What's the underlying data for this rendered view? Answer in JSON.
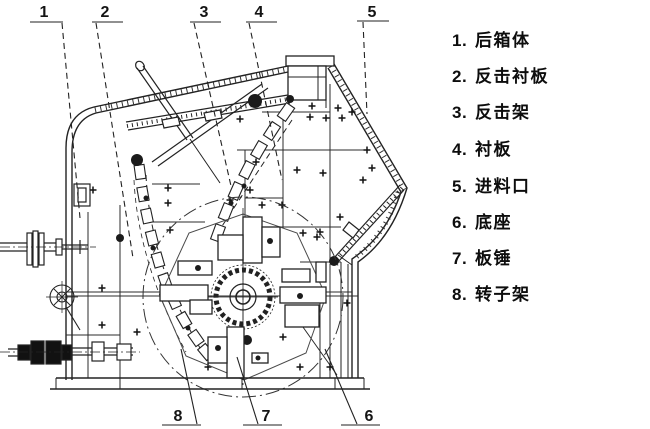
{
  "colors": {
    "background": "#ffffff",
    "ink": "#1c1c1c"
  },
  "diagram": {
    "top_callouts": [
      {
        "text": "1"
      },
      {
        "text": "2"
      },
      {
        "text": "3"
      },
      {
        "text": "4"
      },
      {
        "text": "5"
      }
    ],
    "bottom_callouts": [
      {
        "text": "8"
      },
      {
        "text": "7"
      },
      {
        "text": "6"
      }
    ]
  },
  "legend": {
    "items": [
      {
        "num": "1.",
        "label": "后箱体"
      },
      {
        "num": "2.",
        "label": "反击衬板"
      },
      {
        "num": "3.",
        "label": "反击架"
      },
      {
        "num": "4.",
        "label": "衬板"
      },
      {
        "num": "5.",
        "label": "进料口"
      },
      {
        "num": "6.",
        "label": "底座"
      },
      {
        "num": "7.",
        "label": "板锤"
      },
      {
        "num": "8.",
        "label": "转子架"
      }
    ]
  }
}
